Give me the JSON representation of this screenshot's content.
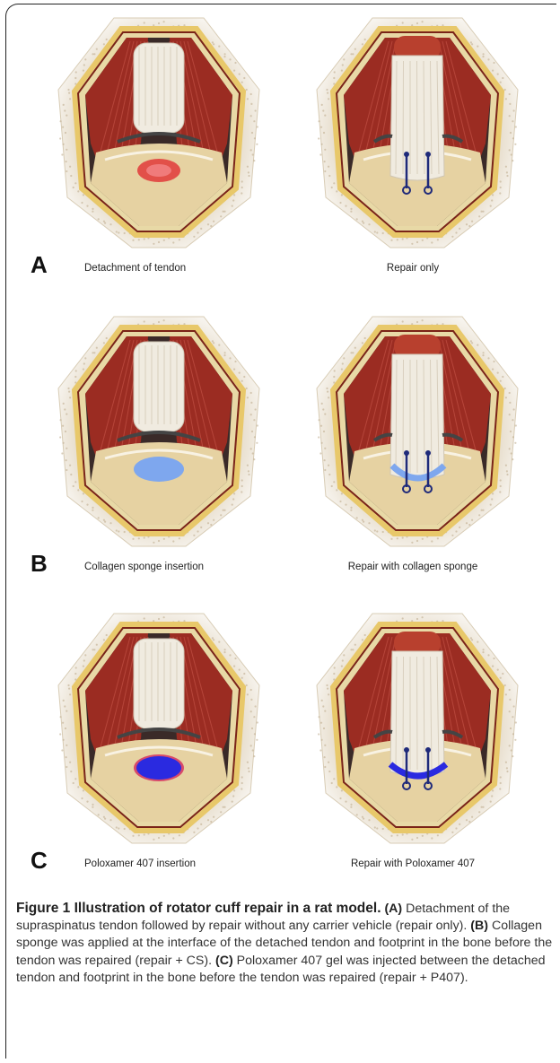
{
  "panels": [
    {
      "letter": "A",
      "left_label": "Detachment of tendon",
      "right_label": "Repair only",
      "left_variant": "red-spot",
      "right_variant": "sutures"
    },
    {
      "letter": "B",
      "left_label": "Collagen sponge insertion",
      "right_label": "Repair with collagen sponge",
      "left_variant": "light-blue-pad",
      "right_variant": "sutures-with-sponge"
    },
    {
      "letter": "C",
      "left_label": "Poloxamer 407 insertion",
      "right_label": "Repair with Poloxamer 407",
      "left_variant": "dark-blue-gel",
      "right_variant": "sutures-with-gel"
    }
  ],
  "caption": {
    "title": "Figure 1 Illustration of rotator cuff repair in a rat model.",
    "a_tag": "(A)",
    "a_text": "Detachment of the supraspinatus tendon followed by repair without any carrier vehicle (repair only).",
    "b_tag": "(B)",
    "b_text": "Collagen sponge was applied at the interface of the detached tendon and footprint in the bone before the tendon was repaired (repair + CS).",
    "c_tag": "(C)",
    "c_text": "Poloxamer 407 gel was injected between the detached tendon and footprint in the bone before the tendon was repaired (repair + P407)."
  },
  "colors": {
    "muscle": "#9b2c22",
    "skin": "#e8d9a6",
    "tendon": "#f0ebe0",
    "red_spot": "#e03a3a",
    "collagen": "#7ea7ee",
    "poloxamer": "#2a2ae0",
    "suture": "#1f2a7a"
  }
}
